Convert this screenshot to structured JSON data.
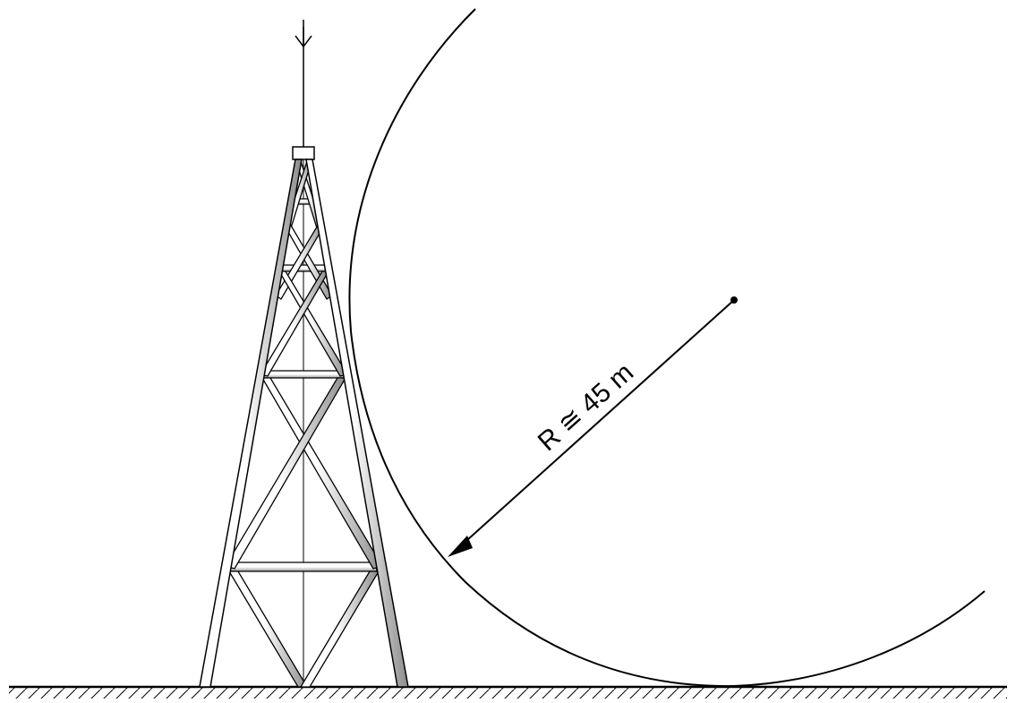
{
  "diagram": {
    "radius_label": "R ≅ 45 m",
    "colors": {
      "stroke": "#000000",
      "background": "#ffffff",
      "member_fill": "#ffffff",
      "member_shade": "#9a9a9a",
      "ground_fill": "#d9d9d9"
    },
    "elements": {
      "tower": "lattice-tower",
      "mast": "lightning-rod-mast",
      "sphere": "rolling-sphere-circle",
      "center": "sphere-center-point",
      "radius": "radius-arrow",
      "ground": "ground-hatch"
    }
  }
}
